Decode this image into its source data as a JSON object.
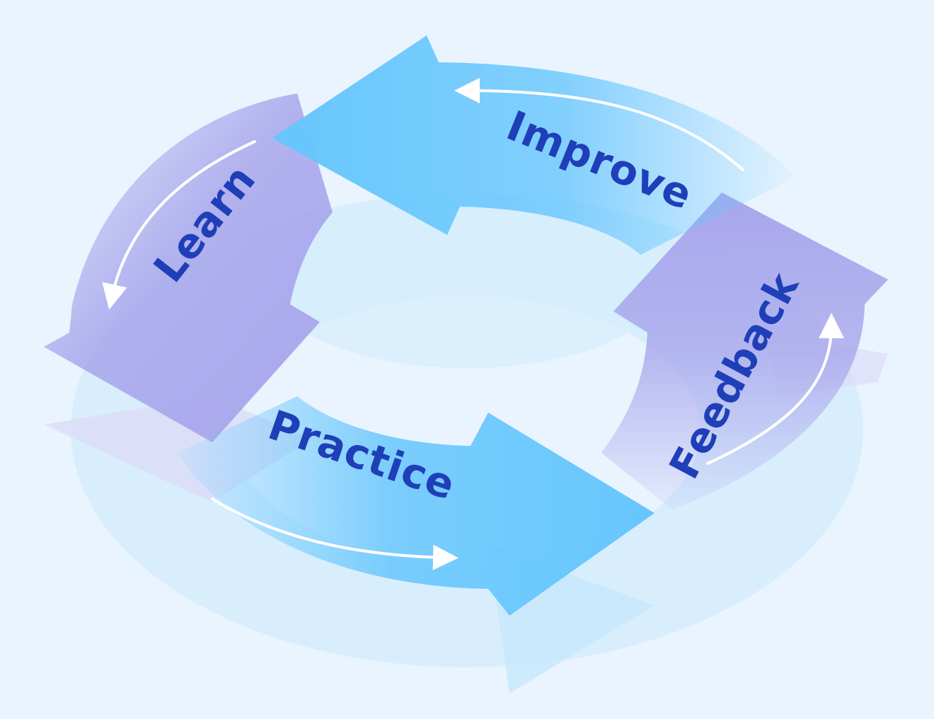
{
  "diagram": {
    "type": "cycle",
    "colors": {
      "background": "#EAF4FE",
      "blue_arrow": "#66C6FD",
      "blue_fade": "#B9E3FC",
      "purple_arrow": "#A8A6EC",
      "purple_fade": "#D6D4F5",
      "label_text": "#1F3FB8",
      "flow_line": "#FFFFFF"
    },
    "stages": [
      {
        "id": "learn",
        "label": "Learn",
        "color": "#A8A6EC"
      },
      {
        "id": "practice",
        "label": "Practice",
        "color": "#66C6FD"
      },
      {
        "id": "feedback",
        "label": "Feedback",
        "color": "#A8A6EC"
      },
      {
        "id": "improve",
        "label": "Improve",
        "color": "#66C6FD"
      }
    ],
    "flow": [
      {
        "from": "learn",
        "to": "practice"
      },
      {
        "from": "practice",
        "to": "feedback"
      },
      {
        "from": "feedback",
        "to": "improve"
      },
      {
        "from": "improve",
        "to": "learn"
      }
    ]
  }
}
